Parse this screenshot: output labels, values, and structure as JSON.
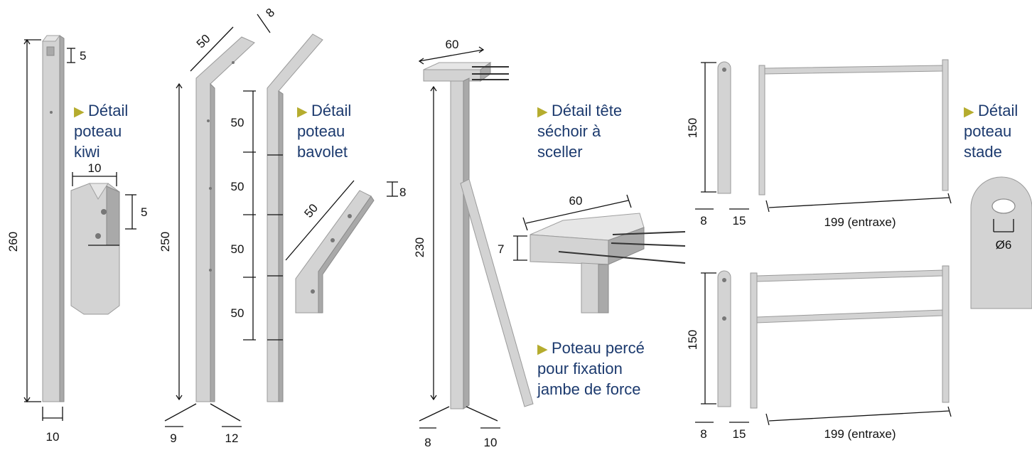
{
  "captions": {
    "kiwi": [
      "Détail",
      "poteau",
      "kiwi"
    ],
    "bavolet": [
      "Détail",
      "poteau",
      "bavolet"
    ],
    "sechoir": [
      "Détail tête",
      "séchoir à",
      "sceller"
    ],
    "jambe": [
      "Poteau percé",
      "pour fixation",
      "jambe de force"
    ],
    "stade": [
      "Détail",
      "poteau",
      "stade"
    ]
  },
  "dimensions": {
    "kiwi": {
      "height": "260",
      "notch": "5",
      "width": "10",
      "detail_width": "10",
      "detail_notch": "5"
    },
    "bavolet": {
      "arm": "50",
      "arm_thick": "8",
      "height": "250",
      "seg1": "50",
      "seg2": "50",
      "seg3": "50",
      "seg4": "50",
      "base_a": "9",
      "base_b": "12",
      "detail_arm": "50",
      "detail_thick": "8"
    },
    "sechoir": {
      "head": "60",
      "height": "230",
      "base_a": "8",
      "base_b": "10",
      "detail_head": "60",
      "detail_thick": "7"
    },
    "stade": {
      "top": {
        "height": "150",
        "base_a": "8",
        "base_b": "15",
        "span": "199 (entraxe)"
      },
      "bottom": {
        "height": "150",
        "base_a": "8",
        "base_b": "15",
        "span": "199 (entraxe)"
      },
      "hole": "Ø6"
    }
  },
  "colors": {
    "caption": "#1c3a6e",
    "arrow": "#b5ac2e",
    "concrete": "#d3d3d3"
  }
}
